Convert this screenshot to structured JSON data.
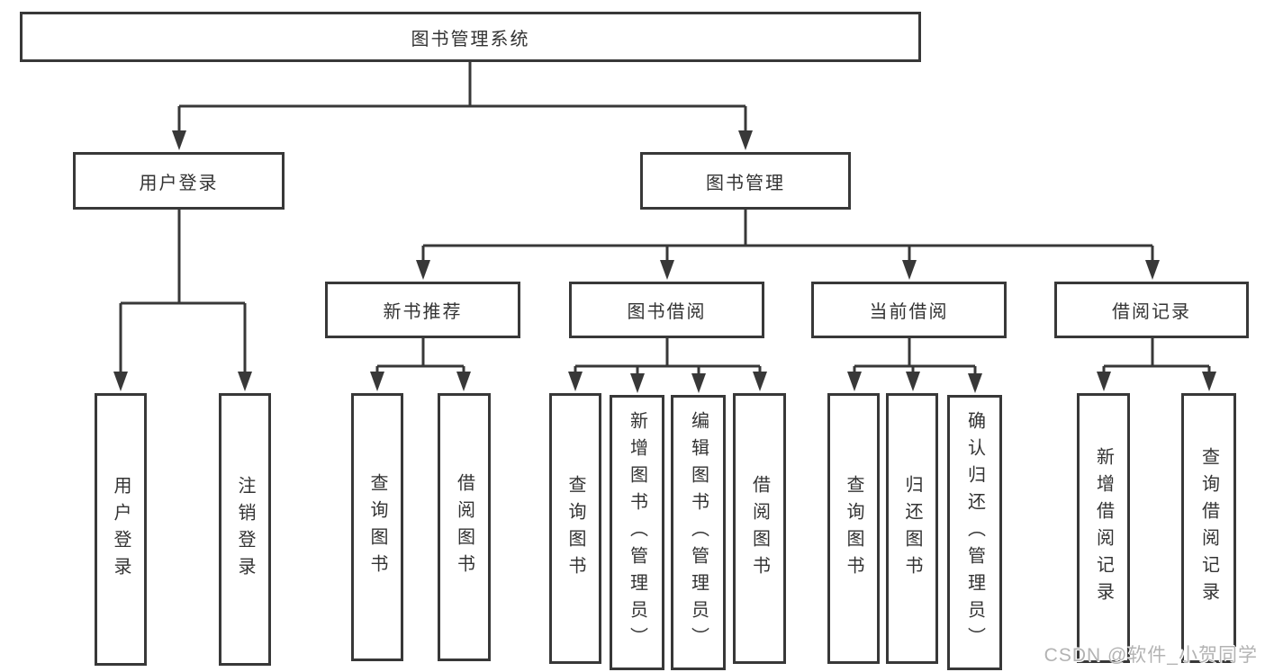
{
  "diagram": {
    "root": {
      "label": "图书管理系统"
    },
    "branches": {
      "user_login": {
        "label": "用户登录"
      },
      "book_management": {
        "label": "图书管理"
      }
    },
    "modules": {
      "new_book_recommend": {
        "label": "新书推荐"
      },
      "book_borrow": {
        "label": "图书借阅"
      },
      "current_borrow": {
        "label": "当前借阅"
      },
      "borrow_record": {
        "label": "借阅记录"
      }
    },
    "leaves": {
      "user_login": {
        "label": "用户登录"
      },
      "logout": {
        "label": "注销登录"
      },
      "recommend_query": {
        "label": "查询图书"
      },
      "recommend_borrow": {
        "label": "借阅图书"
      },
      "borrow_query": {
        "label": "查询图书"
      },
      "borrow_add_admin": {
        "label": "新增图书（管理员）"
      },
      "borrow_edit_admin": {
        "label": "编辑图书（管理员）"
      },
      "borrow_borrow": {
        "label": "借阅图书"
      },
      "current_query": {
        "label": "查询图书"
      },
      "current_return": {
        "label": "归还图书"
      },
      "current_confirm_admin": {
        "label": "确认归还（管理员）"
      },
      "record_add": {
        "label": "新增借阅记录"
      },
      "record_query": {
        "label": "查询借阅记录"
      }
    }
  },
  "watermark": {
    "text": "CSDN @软件_小贺同学"
  },
  "colors": {
    "line": "#383838",
    "text": "#333333",
    "background": "#ffffff",
    "watermark": "#b3b3b3"
  }
}
